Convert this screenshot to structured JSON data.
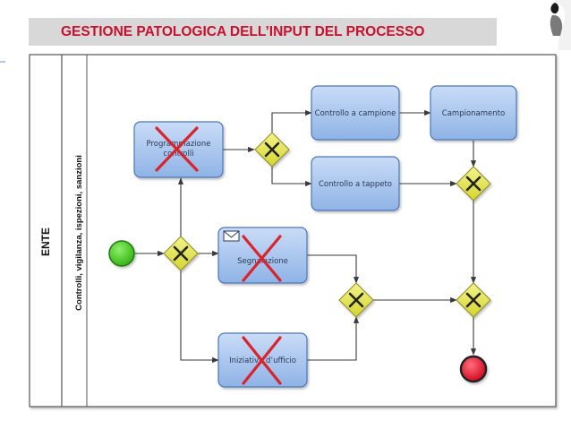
{
  "header": {
    "title": "GESTIONE PATOLOGICA DELL’INPUT DEL PROCESSO"
  },
  "pool": {
    "name": "ENTE",
    "lane": "Controlli, vigilanza, ispezioni, sanzioni"
  },
  "tasks": {
    "programmazione": {
      "line1": "Programmazione",
      "line2": "controlli",
      "crossed": true
    },
    "controllo_campione": {
      "label": "Controllo a campione",
      "crossed": false
    },
    "campionamento": {
      "label": "Campionamento",
      "crossed": false
    },
    "controllo_tappeto": {
      "label": "Controllo a tappeto",
      "crossed": false
    },
    "segnalazione": {
      "label": "Segnalazione",
      "crossed": true,
      "marker": "envelope-icon"
    },
    "iniziativa": {
      "label": "Iniziativa d’ufficio",
      "crossed": true
    }
  },
  "colors": {
    "task_fill": "#a9c6ef",
    "gateway_fill": "#e9ea4e",
    "start_fill": "#3fcb1f",
    "end_fill": "#e8102a",
    "cross": "#d9242c",
    "title_text": "#c8102e",
    "title_bg": "#d8d8d8"
  }
}
